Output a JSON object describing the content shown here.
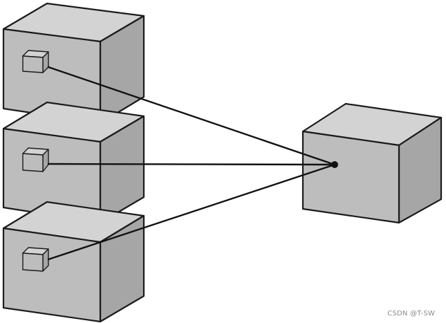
{
  "diagram": {
    "source_cubes": [
      "cube-top",
      "cube-middle",
      "cube-bottom"
    ],
    "target_cube": "cube-right",
    "connections": [
      "cube-top",
      "cube-middle",
      "cube-bottom"
    ],
    "colors": {
      "front_face": "#bdbdbd",
      "top_face": "#d3d3d3",
      "side_face": "#a6a6a6",
      "stroke": "#1a1a1a",
      "line": "#111111"
    }
  },
  "watermark": "CSDN @T-SW"
}
